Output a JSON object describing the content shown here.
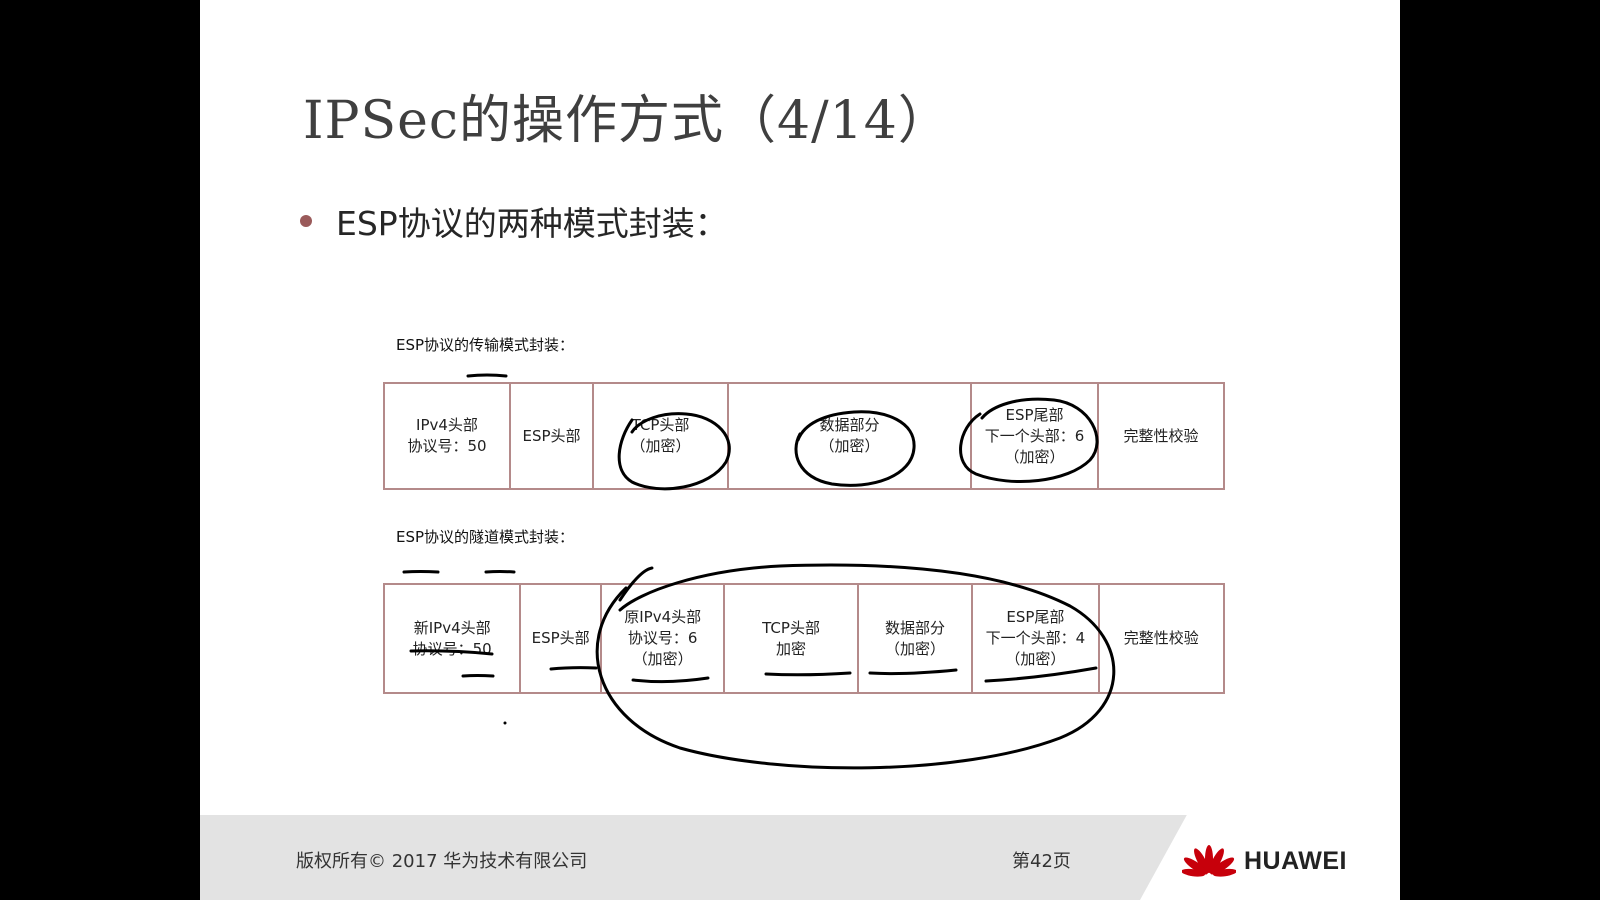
{
  "slide": {
    "title": "IPSec的操作方式（4/14）",
    "bullet": "ESP协议的两种模式封装："
  },
  "transport": {
    "label": "ESP协议的传输模式封装：",
    "cells": [
      {
        "lines": [
          "IPv4头部",
          "协议号：50"
        ]
      },
      {
        "lines": [
          "ESP头部"
        ]
      },
      {
        "lines": [
          "TCP头部",
          "（加密）"
        ]
      },
      {
        "lines": [
          "数据部分",
          "（加密）"
        ]
      },
      {
        "lines": [
          "ESP尾部",
          "下一个头部：6",
          "（加密）"
        ]
      },
      {
        "lines": [
          "完整性校验"
        ]
      }
    ]
  },
  "tunnel": {
    "label": "ESP协议的隧道模式封装：",
    "cells": [
      {
        "lines": [
          "新IPv4头部",
          "协议号：50"
        ]
      },
      {
        "lines": [
          "ESP头部"
        ]
      },
      {
        "lines": [
          "原IPv4头部",
          "协议号：6",
          "（加密）"
        ]
      },
      {
        "lines": [
          "TCP头部",
          "加密"
        ]
      },
      {
        "lines": [
          "数据部分",
          "（加密）"
        ]
      },
      {
        "lines": [
          "ESP尾部",
          "下一个头部：4",
          "（加密）"
        ]
      },
      {
        "lines": [
          "完整性校验"
        ]
      }
    ]
  },
  "footer": {
    "copyright": "版权所有© 2017 华为技术有限公司",
    "page": "第42页",
    "logo": "HUAWEI"
  },
  "colors": {
    "cell_border": "#b48a8a",
    "bullet": "#9a5a5a",
    "ink": "#000000",
    "logo_red": "#c7000b"
  }
}
